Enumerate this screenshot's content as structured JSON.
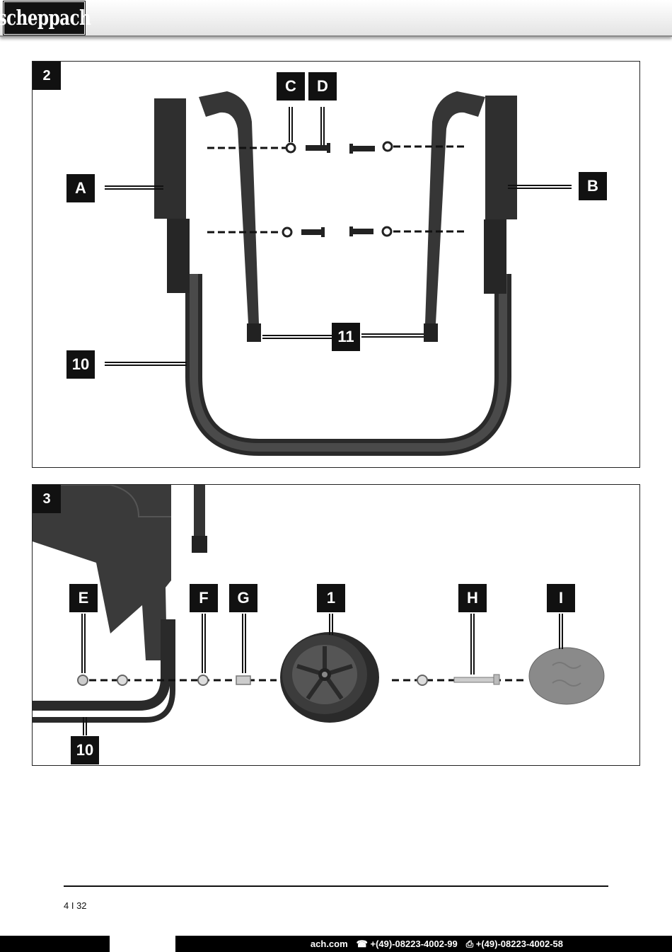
{
  "header": {
    "logo_text": "scheppach"
  },
  "figure2": {
    "number": "2",
    "labels": {
      "A": "A",
      "B": "B",
      "C": "C",
      "D": "D",
      "part10": "10",
      "part11": "11"
    }
  },
  "figure3": {
    "number": "3",
    "labels": {
      "E": "E",
      "F": "F",
      "G": "G",
      "part1": "1",
      "H": "H",
      "I": "I",
      "part10": "10"
    }
  },
  "page": {
    "number": "4 I 32"
  },
  "footer": {
    "web": "ach.com",
    "phone_icon": "phone-icon",
    "phone": "+(49)-08223-4002-99",
    "fax_icon": "fax-icon",
    "fax": "+(49)-08223-4002-58",
    "colors": {
      "bar": "#000000",
      "text": "#ffffff"
    }
  }
}
